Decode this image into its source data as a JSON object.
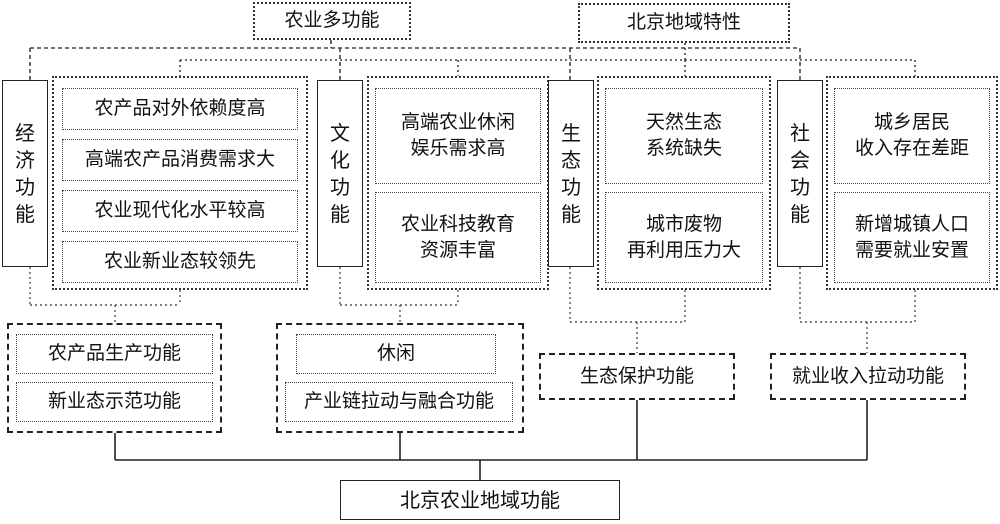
{
  "top": {
    "agri_multifunction": "农业多功能",
    "beijing_features": "北京地域特性"
  },
  "columns": [
    {
      "function_label": "经\n济\n功\n能",
      "features": [
        "农产品对外依赖度高",
        "高端农产品消费需求大",
        "农业现代化水平较高",
        "农业新业态较领先"
      ],
      "outcomes": [
        "农产品生产功能",
        "新业态示范功能"
      ]
    },
    {
      "function_label": "文\n化\n功\n能",
      "features": [
        "高端农业休闲\n娱乐需求高",
        "农业科技教育\n资源丰富"
      ],
      "outcomes": [
        "休闲",
        "产业链拉动与融合功能"
      ]
    },
    {
      "function_label": "生\n态\n功\n能",
      "features": [
        "天然生态\n系统缺失",
        "城市废物\n再利用压力大"
      ],
      "outcomes": [
        "生态保护功能"
      ]
    },
    {
      "function_label": "社\n会\n功\n能",
      "features": [
        "城乡居民\n收入存在差距",
        "新增城镇人口\n需要就业安置"
      ],
      "outcomes": [
        "就业收入拉动功能"
      ]
    }
  ],
  "bottom": {
    "result": "北京农业地域功能"
  }
}
